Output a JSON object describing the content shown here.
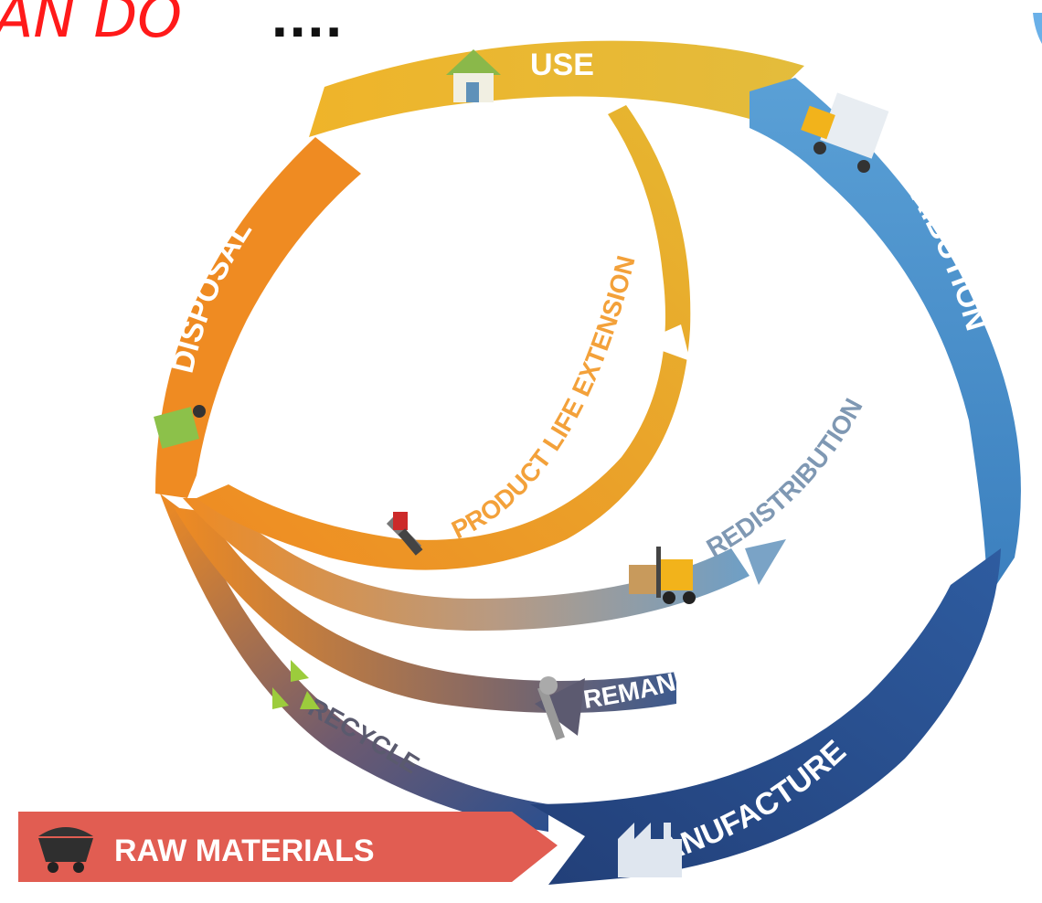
{
  "header": {
    "partial_text": "AN DO",
    "ellipsis": "...."
  },
  "stages": {
    "use": "USE",
    "distribution": "DISTRIBUTION",
    "manufacture": "MANUFACTURE",
    "raw_materials": "RAW MATERIALS",
    "disposal": "DISPOSAL"
  },
  "loops": {
    "product_life_extension": "PRODUCT LIFE EXTENSION",
    "redistribution": "REDISTRIBUTION",
    "remanufacture": "REMANUFACTURE",
    "recycle": "RECYCLE"
  },
  "colors": {
    "use": "#e8b52a",
    "distribution": "#4a90c8",
    "manufacture": "#2c4f8e",
    "raw_materials": "#e05a50",
    "disposal": "#ef8b22",
    "loop_text_orange": "#f3a13a",
    "loop_text_gray": "#6f7d8a",
    "handwriting": "#ff1a1a"
  },
  "icons": [
    "house-icon",
    "truck-icon",
    "factory-icon",
    "mine-cart-icon",
    "recycle-bin-icon",
    "tools-icon",
    "forklift-icon",
    "wrench-icon",
    "recycle-arrows-icon"
  ]
}
